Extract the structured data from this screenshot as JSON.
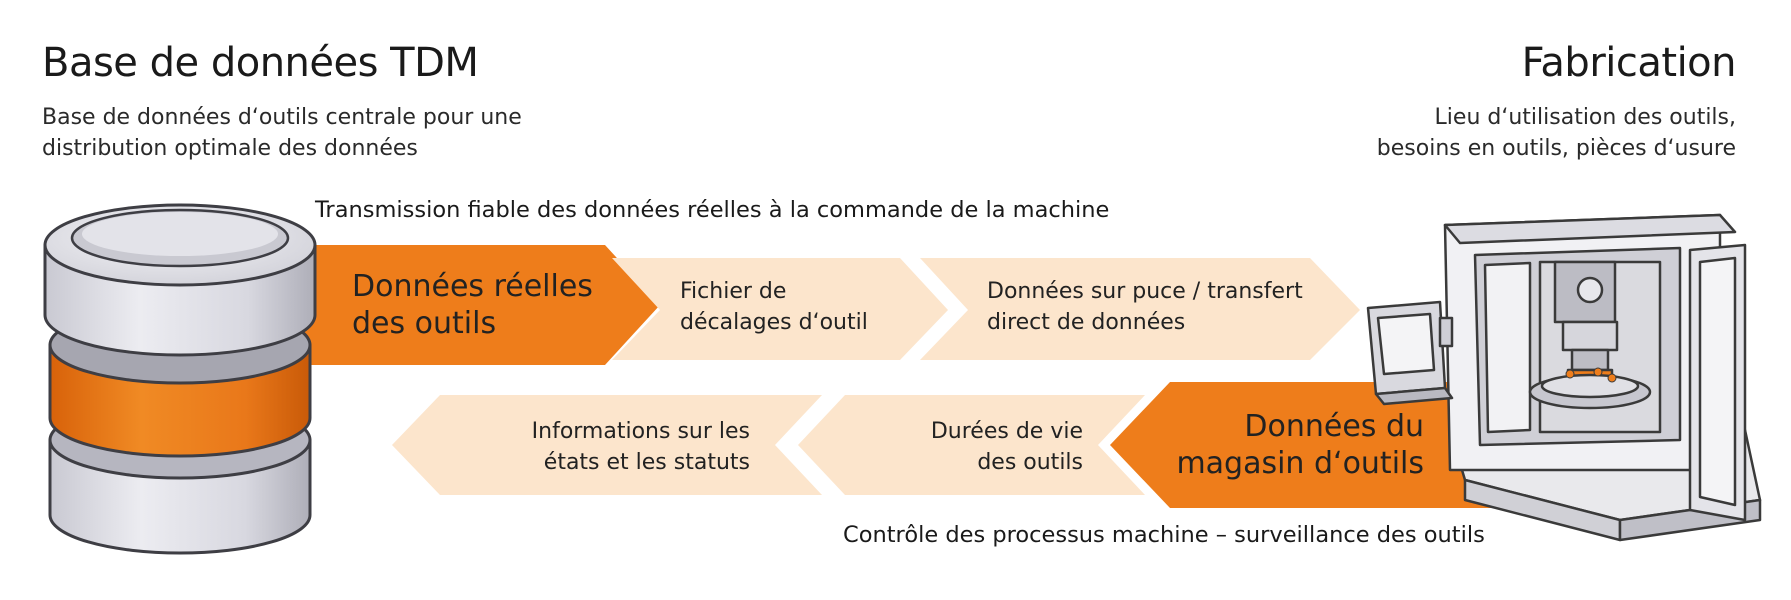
{
  "left_header": {
    "title": "Base de données TDM",
    "subtitle_line1": "Base de données d‘outils centrale pour une",
    "subtitle_line2": "distribution optimale des données"
  },
  "right_header": {
    "title": "Fabrication",
    "subtitle_line1": "Lieu d‘utilisation des outils,",
    "subtitle_line2": "besoins en outils, pièces d‘usure"
  },
  "top_flow": {
    "caption": "Transmission fiable des données réelles à la commande de la machine",
    "arrows": [
      {
        "line1": "Données réelles",
        "line2": "des outils"
      },
      {
        "line1": "Fichier de",
        "line2": "décalages d‘outil"
      },
      {
        "line1": "Données sur puce / transfert",
        "line2": "direct de données"
      }
    ]
  },
  "bottom_flow": {
    "caption": "Contrôle des processus machine – surveillance des outils",
    "arrows": [
      {
        "line1": "Données du",
        "line2": "magasin d‘outils"
      },
      {
        "line1": "Durées de vie",
        "line2": "des outils"
      },
      {
        "line1": "Informations sur les",
        "line2": "états et les statuts"
      }
    ]
  },
  "icons": {
    "left": "database-icon",
    "right": "machine-tool-icon"
  },
  "colors": {
    "orange": "#EE7D1B",
    "light_orange": "#FCE5CC",
    "gray_light": "#E5E5EA",
    "gray_mid": "#B9B9C2",
    "outline": "#4A4A4A"
  }
}
